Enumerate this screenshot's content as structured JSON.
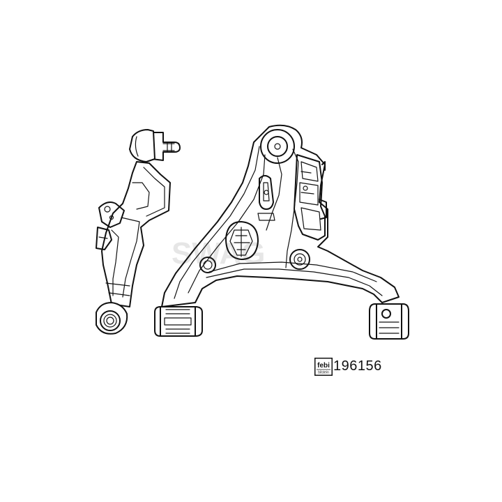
{
  "watermark": "SWAG",
  "brand_logo": {
    "text": "febi",
    "subtext": "bilstein"
  },
  "part_number": "196156"
}
